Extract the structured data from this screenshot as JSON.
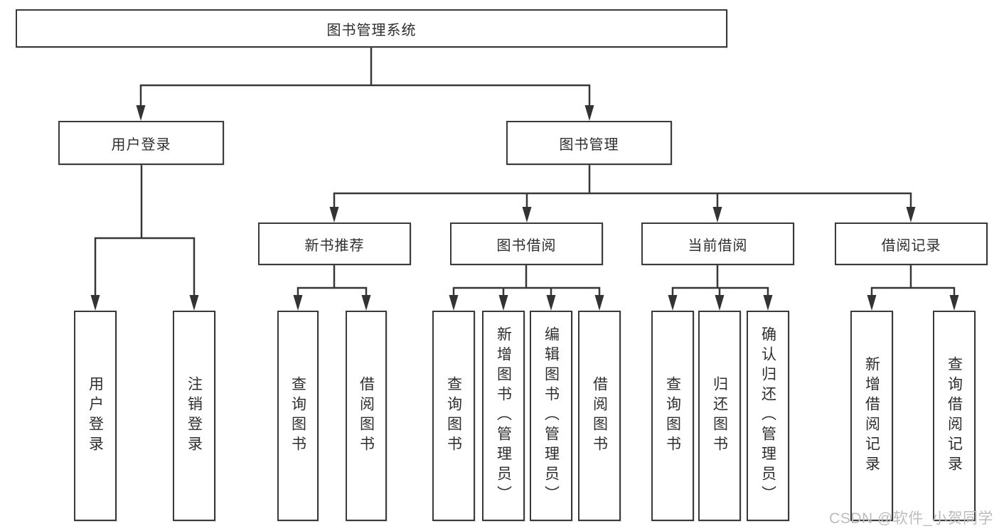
{
  "tree": {
    "root": "图书管理系统",
    "branches": [
      {
        "label": "用户登录",
        "children": [
          "用户登录",
          "注销登录"
        ]
      },
      {
        "label": "图书管理",
        "groups": [
          {
            "label": "新书推荐",
            "children": [
              "查询图书",
              "借阅图书"
            ]
          },
          {
            "label": "图书借阅",
            "children": [
              "查询图书",
              "新增图书（管理员）",
              "编辑图书（管理员）",
              "借阅图书"
            ]
          },
          {
            "label": "当前借阅",
            "children": [
              "查询图书",
              "归还图书",
              "确认归还（管理员）"
            ]
          },
          {
            "label": "借阅记录",
            "children": [
              "新增借阅记录",
              "查询借阅记录"
            ]
          }
        ]
      }
    ]
  },
  "colors": {
    "line": "#373737",
    "box_border": "#3a3a3a",
    "box_background": "#ffffff",
    "text": "#2e2e2e",
    "watermark": "#bcbcbc"
  },
  "watermark": "CSDN @软件_小贺同学"
}
